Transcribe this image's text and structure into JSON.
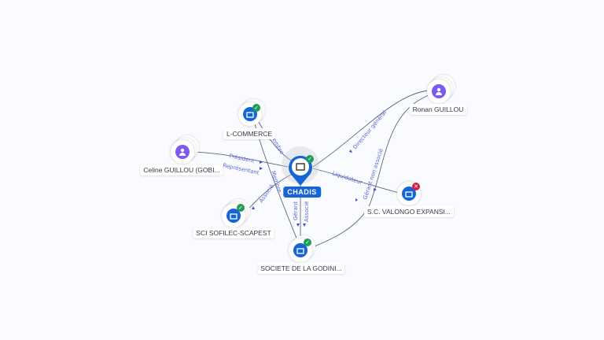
{
  "center": {
    "name": "CHADIS",
    "icon": "company-icon",
    "status": "active"
  },
  "nodes": [
    {
      "id": "lcommerce",
      "name": "L-COMMERCE",
      "type": "company",
      "status": "active"
    },
    {
      "id": "celine",
      "name": "Celine GUILLOU (GOBI...",
      "type": "person"
    },
    {
      "id": "sofilec",
      "name": "SCI SOFILEC-SCAPEST",
      "type": "company",
      "status": "active"
    },
    {
      "id": "godini",
      "name": "SOCIETE DE LA GODINI...",
      "type": "company",
      "status": "active"
    },
    {
      "id": "valongo",
      "name": "S.C. VALONGO EXPANSI...",
      "type": "company",
      "status": "closed"
    },
    {
      "id": "ronan",
      "name": "Ronan GUILLOU",
      "type": "person"
    }
  ],
  "edges": [
    {
      "from": "celine",
      "to": "center",
      "labels": [
        "Président",
        "Représentant"
      ]
    },
    {
      "from": "lcommerce",
      "to": "center",
      "labels": [
        "Membre"
      ]
    },
    {
      "from": "lcommerce",
      "to": "godini",
      "labels": [
        "Membre"
      ]
    },
    {
      "from": "center",
      "to": "sofilec",
      "labels": [
        "Associé"
      ]
    },
    {
      "from": "center",
      "to": "godini",
      "labels": [
        "Gérant",
        "Associé"
      ]
    },
    {
      "from": "ronan",
      "to": "center",
      "labels": [
        "Directeur général"
      ]
    },
    {
      "from": "ronan",
      "to": "godini",
      "labels": [
        "Gérant non associé"
      ]
    },
    {
      "from": "center",
      "to": "valongo",
      "labels": [
        "Liquidateur"
      ]
    }
  ],
  "colors": {
    "company": "#1565d8",
    "person": "#7a5af0",
    "active": "#1f9d55",
    "closed": "#d0204a",
    "edge_label": "#5a6ad8"
  }
}
